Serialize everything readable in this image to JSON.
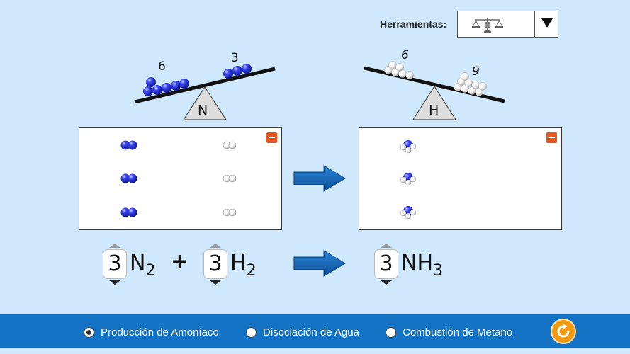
{
  "toolbar": {
    "tools_label": "Herramientas:",
    "tool_icon": "balance-scale-icon"
  },
  "scales": {
    "left": {
      "element": "N",
      "left_count": "6",
      "right_count": "3"
    },
    "right": {
      "element": "H",
      "left_count": "6",
      "right_count": "9"
    }
  },
  "boxes": {
    "reactants": {
      "rows": 3,
      "molecules": [
        "N2",
        "H2"
      ]
    },
    "products": {
      "rows": 3,
      "molecules": [
        "NH3"
      ]
    }
  },
  "equation": {
    "coef1": "3",
    "species1": "N",
    "sub1": "2",
    "plus": "+",
    "coef2": "3",
    "species2": "H",
    "sub2": "2",
    "coef3": "3",
    "species3": "NH",
    "sub3": "3"
  },
  "footer": {
    "options": [
      {
        "label": "Producción de Amoníaco",
        "selected": true
      },
      {
        "label": "Disociación de Agua",
        "selected": false
      },
      {
        "label": "Combustión de Metano",
        "selected": false
      }
    ]
  },
  "colors": {
    "background": "#cfe8fb",
    "bar": "#1372c4",
    "arrow": "#1565b0",
    "nitrogen": "#1f2fd6",
    "accent": "#e8561b"
  }
}
